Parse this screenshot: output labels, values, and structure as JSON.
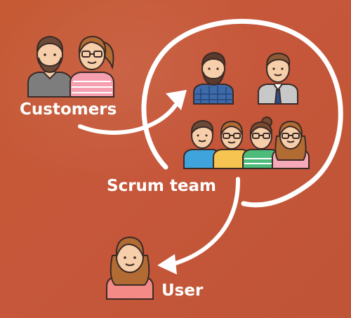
{
  "labels": {
    "customers": "Customers",
    "scrum_team": "Scrum team",
    "user": "User"
  },
  "colors": {
    "background": "#c55a34",
    "foreground": "#ffffff",
    "outline": "#3b2a26",
    "skin": "#f6cfaa"
  },
  "people": {
    "customers": [
      "man-beard-icon",
      "woman-glasses-icon"
    ],
    "scrum_team_top": [
      "man-beard-plaid-icon",
      "man-tie-icon"
    ],
    "scrum_team_bottom": [
      "man-blue-icon",
      "woman-glasses-yellow-icon",
      "woman-bun-green-icon",
      "woman-long-hair-pink-icon"
    ],
    "user": [
      "woman-user-icon"
    ]
  }
}
